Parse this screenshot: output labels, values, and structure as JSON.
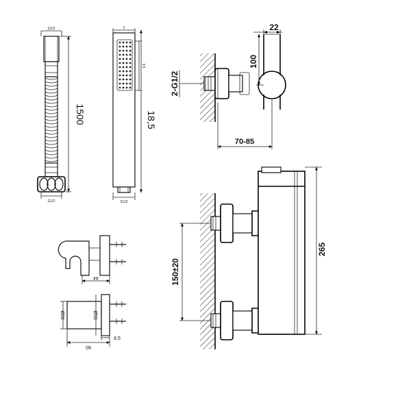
{
  "hose": {
    "length_label": "1500",
    "thread_top": "G1/2",
    "thread_bottom": "G1/2"
  },
  "handshower": {
    "length_label": "18,5",
    "top_dim": "2",
    "inner_dim": "3,5",
    "thread_bottom": "G1/2"
  },
  "mixer_side": {
    "width_label": "22",
    "height_label": "100",
    "inlet_label": "2-G1/2",
    "depth_label": "70-85"
  },
  "mixer_front": {
    "centers_label": "150±20",
    "height_label": "265"
  },
  "holder_side": {
    "depth_label": "44"
  },
  "holder_front": {
    "outer_dia": "Ø28",
    "inner_dia": "Ø53",
    "width_label": "60",
    "offset_label": "8,5"
  }
}
